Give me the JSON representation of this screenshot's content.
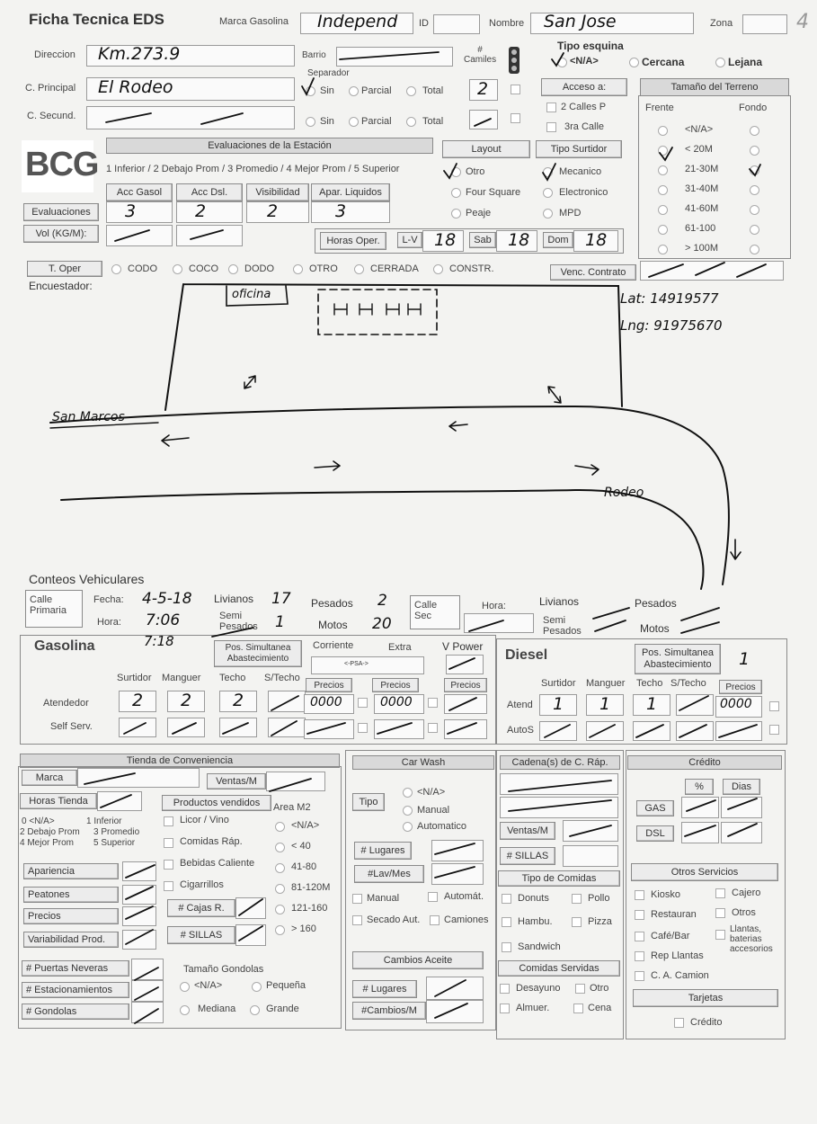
{
  "header": {
    "title": "Ficha Tecnica EDS",
    "marca_label": "Marca Gasolina",
    "marca_value": "Independ",
    "id_label": "ID",
    "nombre_label": "Nombre",
    "nombre_value": "San Jose",
    "zona_label": "Zona",
    "page_no": "4"
  },
  "location": {
    "direccion_label": "Direccion",
    "direccion_value": "Km.273.9",
    "barrio_label": "Barrio",
    "camiles_label": "#\nCamiles",
    "c_principal_label": "C. Principal",
    "c_principal_value": "El Rodeo",
    "c_secund_label": "C. Secund.",
    "separador_label": "Separador",
    "sin": "Sin",
    "parcial": "Parcial",
    "total": "Total",
    "camiles_value": "2",
    "tipo_esquina_label": "Tipo esquina",
    "na": "<N/A>",
    "cercana": "Cercana",
    "lejana": "Lejana",
    "acceso_label": "Acceso a:",
    "dos_calles": "2 Calles P",
    "tercera_calle": "3ra Calle"
  },
  "terreno": {
    "title": "Tamaño del Terreno",
    "frente": "Frente",
    "fondo": "Fondo",
    "options": [
      "<N/A>",
      "< 20M",
      "21-30M",
      "31-40M",
      "41-60M",
      "61-100",
      "> 100M"
    ]
  },
  "evaluaciones": {
    "logo": "BCG",
    "title": "Evaluaciones de la Estación",
    "scale": "1 Inferior / 2 Debajo Prom / 3 Promedio / 4 Mejor Prom / 5 Superior",
    "cols": [
      "Acc Gasol",
      "Acc Dsl.",
      "Visibilidad",
      "Apar. Liquidos"
    ],
    "row_label": "Evaluaciones",
    "values": [
      "3",
      "2",
      "2",
      "3"
    ],
    "vol_label": "Vol (KG/M):",
    "layout_label": "Layout",
    "layout_opts": [
      "Otro",
      "Four Square",
      "Peaje"
    ],
    "tipo_surtidor_label": "Tipo Surtidor",
    "surtidor_opts": [
      "Mecanico",
      "Electronico",
      "MPD"
    ],
    "horas_label": "Horas Oper.",
    "lv_label": "L-V",
    "lv_value": "18",
    "sab_label": "Sab",
    "sab_value": "18",
    "dom_label": "Dom",
    "dom_value": "18",
    "toper_label": "T. Oper",
    "toper_opts": [
      "CODO",
      "COCO",
      "DODO",
      "OTRO",
      "CERRADA",
      "CONSTR."
    ],
    "venc_label": "Venc. Contrato",
    "encuestador_label": "Encuestador:"
  },
  "sketch": {
    "oficina": "oficina",
    "lat": "Lat: 14919577",
    "lng": "Lng: 91975670",
    "street1": "San Marcos",
    "street2": "Rodeo"
  },
  "conteos": {
    "title": "Conteos Vehiculares",
    "calle_primaria": "Calle\nPrimaria",
    "fecha_label": "Fecha:",
    "fecha_value": "4-5-18",
    "hora_label": "Hora:",
    "hora_value": "7:06",
    "livianos_label": "Livianos",
    "livianos_value": "17",
    "semi_label": "Semi\nPesados",
    "semi_value": "1",
    "pesados_label": "Pesados",
    "pesados_value": "2",
    "motos_label": "Motos",
    "motos_value": "20",
    "calle_sec": "Calle\nSec",
    "hora2_label": "Hora:",
    "livianos2_label": "Livianos",
    "pesados2_label": "Pesados",
    "semi2_label": "Semi\nPesados",
    "motos2_label": "Motos",
    "extra_note": "7:18"
  },
  "gasolina": {
    "title": "Gasolina",
    "pos_sim": "Pos. Simultanea\nAbastecimiento",
    "corriente": "Corriente",
    "extra": "Extra",
    "vpower": "V Power",
    "cols": [
      "Surtidor",
      "Manguer",
      "Techo",
      "S/Techo"
    ],
    "precios": "Precios",
    "atendedor_label": "Atendedor",
    "atendedor_values": [
      "2",
      "2",
      "2"
    ],
    "self_label": "Self Serv.",
    "precio_values": [
      "0000",
      "0000"
    ],
    "psa": "<-PSA->"
  },
  "diesel": {
    "title": "Diesel",
    "pos_sim": "Pos. Simultanea\nAbastecimiento",
    "pos_value": "1",
    "cols": [
      "Surtidor",
      "Manguer",
      "Techo",
      "S/Techo"
    ],
    "precios": "Precios",
    "atend_label": "Atend",
    "atend_values": [
      "1",
      "1",
      "1"
    ],
    "precio_value": "0000",
    "autos_label": "AutoS"
  },
  "tienda": {
    "title": "Tienda de Conveniencia",
    "marca": "Marca",
    "ventas": "Ventas/M",
    "horas": "Horas Tienda",
    "productos": "Productos vendidos",
    "area": "Area M2",
    "scale": [
      "0 <N/A>",
      "1 Inferior",
      "2 Debajo Prom",
      "3 Promedio",
      "4 Mejor Prom",
      "5 Superior"
    ],
    "prod_opts": [
      "Licor / Vino",
      "Comidas Ráp.",
      "Bebidas Caliente",
      "Cigarrillos"
    ],
    "area_opts": [
      "<N/A>",
      "< 40",
      "41-80",
      "81-120M",
      "121-160",
      "> 160"
    ],
    "rows": [
      "Apariencia",
      "Peatones",
      "Precios",
      "Variabilidad Prod."
    ],
    "cajas": "# Cajas R.",
    "sillas": "# SILLAS",
    "rows2": [
      "# Puertas Neveras",
      "# Estacionamientos",
      "# Gondolas"
    ],
    "gondolas_title": "Tamaño Gondolas",
    "gondola_opts": [
      "<N/A>",
      "Pequeña",
      "Mediana",
      "Grande"
    ]
  },
  "carwash": {
    "title": "Car Wash",
    "tipo": "Tipo",
    "opts": [
      "<N/A>",
      "Manual",
      "Automatico"
    ],
    "lugares": "# Lugares",
    "lav": "#Lav/Mes",
    "checks": [
      "Manual",
      "Automát.",
      "Secado Aut.",
      "Camiones"
    ],
    "cambios_title": "Cambios Aceite",
    "lugares2": "# Lugares",
    "cambios": "#Cambios/M"
  },
  "cadena": {
    "title": "Cadena(s) de C. Ráp.",
    "ventas": "Ventas/M",
    "sillas": "# SILLAS",
    "tipo_title": "Tipo de Comidas",
    "tipo_opts": [
      "Donuts",
      "Pollo",
      "Hambu.",
      "Pizza",
      "Sandwich"
    ],
    "servidas_title": "Comidas Servidas",
    "servidas_opts": [
      "Desayuno",
      "Otro",
      "Almuer.",
      "Cena"
    ]
  },
  "credito": {
    "title": "Crédito",
    "pct": "%",
    "dias": "Dias",
    "gas": "GAS",
    "dsl": "DSL",
    "otros_title": "Otros Servicios",
    "otros_opts": [
      "Kiosko",
      "Cajero",
      "Restauran",
      "Otros",
      "Café/Bar",
      "Llantas,\nbaterias\naccesorios",
      "Rep Llantas",
      "C. A. Camion"
    ],
    "tarjetas_title": "Tarjetas",
    "credito_chk": "Crédito"
  }
}
